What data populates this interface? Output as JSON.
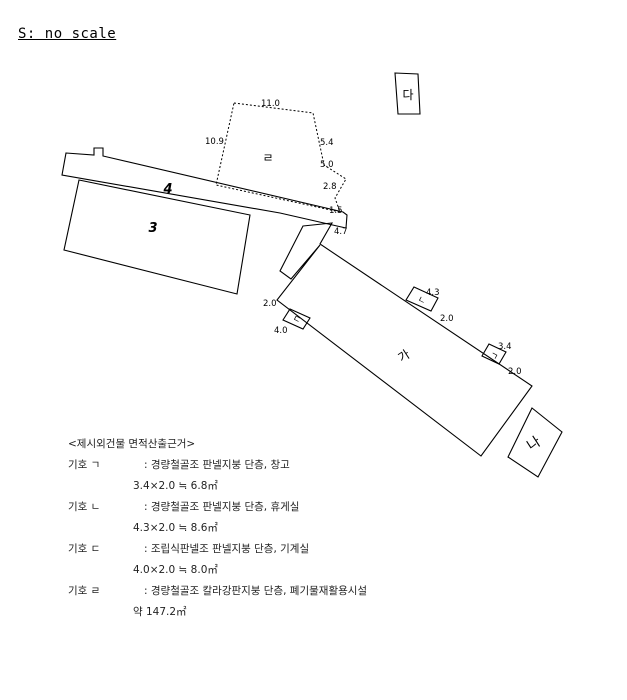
{
  "scale_label": "S: no scale",
  "buildings": {
    "b3": "3",
    "b4": "4",
    "ga": "가",
    "na": "나",
    "da": "다",
    "sym_giyeok": "ㄱ",
    "sym_nieun": "ㄴ",
    "sym_digeut": "ㄷ",
    "sym_rieul": "ㄹ"
  },
  "dimensions": {
    "rieul_top": "11.0",
    "rieul_left": "10.9",
    "rieul_r1": "5.4",
    "rieul_r2": "5.0",
    "rieul_r3": "2.8",
    "rieul_r4": "1.5",
    "notch": "4.7",
    "nieun_w": "4.3",
    "nieun_h": "2.0",
    "giyeok_w": "3.4",
    "giyeok_h": "2.0",
    "digeut_h": "2.0",
    "digeut_w": "4.0"
  },
  "legend": {
    "title": "<제시외건물 면적산출근거>",
    "items": [
      {
        "symbol": "기호 ㄱ",
        "desc": ": 경량철골조 판넬지붕 단층, 창고",
        "calc": "3.4×2.0 ≒ 6.8㎡"
      },
      {
        "symbol": "기호 ㄴ",
        "desc": ": 경량철골조 판넬지붕 단층, 휴게실",
        "calc": "4.3×2.0 ≒ 8.6㎡"
      },
      {
        "symbol": "기호 ㄷ",
        "desc": ": 조립식판넬조 판넬지붕 단층, 기계실",
        "calc": "4.0×2.0 ≒ 8.0㎡"
      },
      {
        "symbol": "기호 ㄹ",
        "desc": ": 경량철골조 칼라강판지붕 단층, 폐기물재활용시설",
        "calc": "약 147.2㎡"
      }
    ]
  }
}
